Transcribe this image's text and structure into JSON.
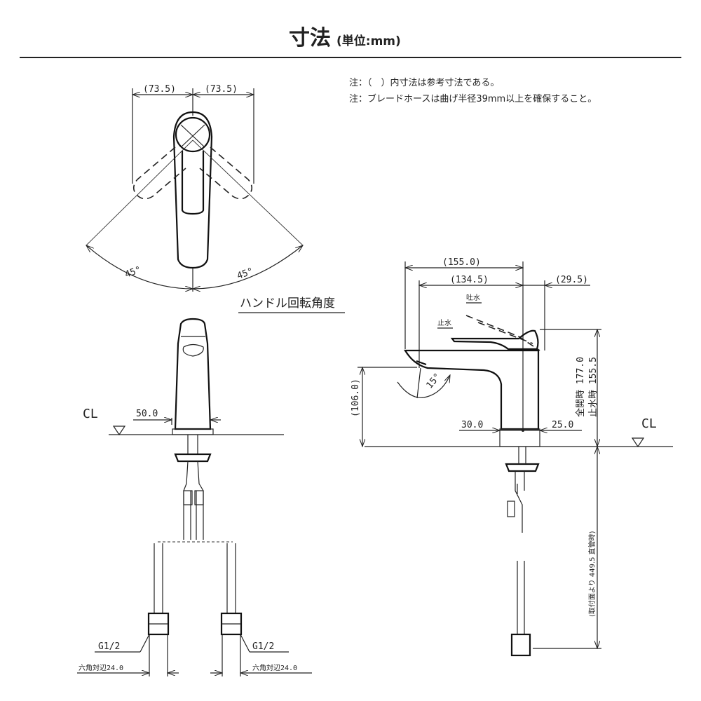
{
  "title": {
    "main": "寸法",
    "unit": "(単位:mm)"
  },
  "notes": [
    "注：（　）内寸法は参考寸法である。",
    "注：ブレードホースは曲げ半径39mm以上を確保すること。"
  ],
  "top_view": {
    "dim_left": "(73.5)",
    "dim_right": "(73.5)",
    "angle_left": "45°",
    "angle_right": "45°",
    "caption": "ハンドル回転角度"
  },
  "front_view": {
    "cl": "CL",
    "dim_offset": "50.0",
    "thread_left": "G1/2",
    "thread_right": "G1/2",
    "hex_left": "六角対辺24.0",
    "hex_right": "六角対辺24.0"
  },
  "side_view": {
    "dim_overall": "(155.0)",
    "dim_spout": "(134.5)",
    "dim_handle": "(29.5)",
    "label_open": "吐水",
    "label_closed": "止水",
    "angle": "15°",
    "dim_height_spout": "(106.0)",
    "dim_height_open": "全開時 177.0",
    "dim_height_closed": "止水時 155.5",
    "dim_base_left": "30.0",
    "dim_base_right": "25.0",
    "cl": "CL",
    "dim_hose": "(取付面より 449.5 直管時)"
  }
}
